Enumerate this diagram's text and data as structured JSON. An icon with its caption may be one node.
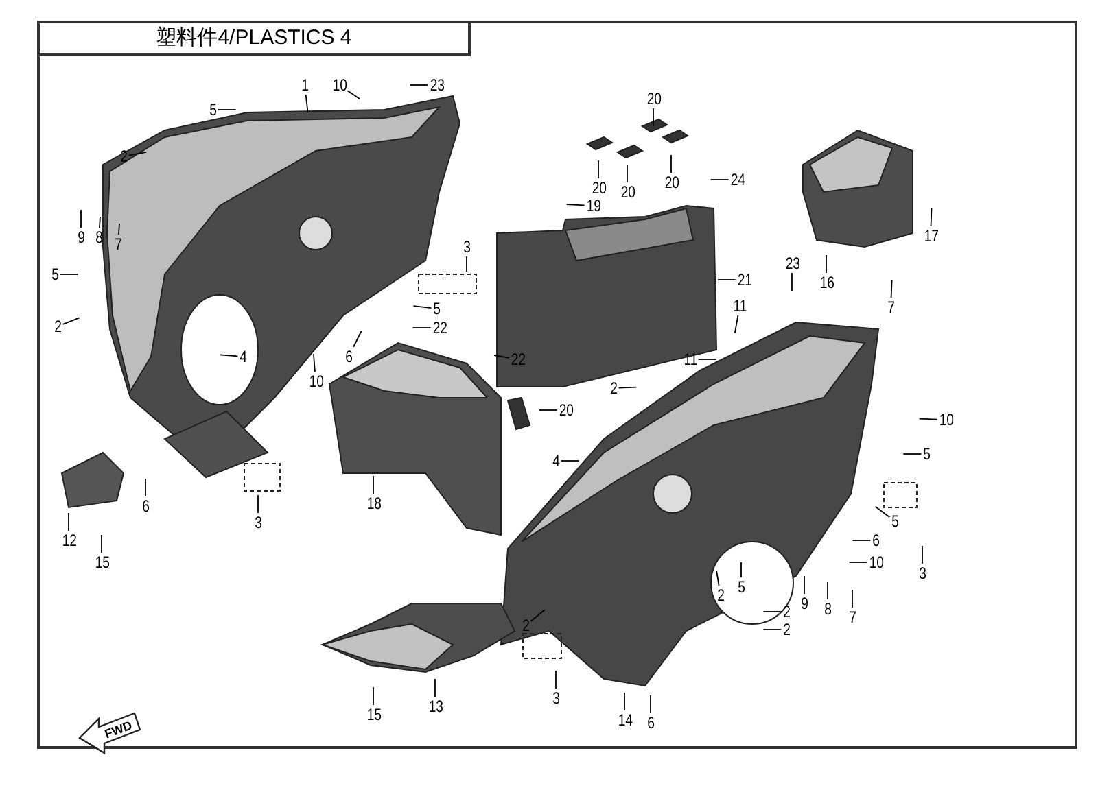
{
  "diagram": {
    "title": "塑料件4/PLASTICS 4",
    "nodes": [
      {
        "text": [
          "1"
        ]
      },
      {
        "text": [
          "10"
        ]
      },
      {
        "text": [
          "23"
        ]
      },
      {
        "text": [
          "5"
        ]
      },
      {
        "text": [
          "2"
        ]
      },
      {
        "text": [
          "9"
        ]
      },
      {
        "text": [
          "8"
        ]
      },
      {
        "text": [
          "7"
        ]
      },
      {
        "text": [
          "5"
        ]
      },
      {
        "text": [
          "2"
        ]
      },
      {
        "text": [
          "3"
        ]
      },
      {
        "text": [
          "5"
        ]
      },
      {
        "text": [
          "22"
        ]
      },
      {
        "text": [
          "4"
        ]
      },
      {
        "text": [
          "6"
        ]
      },
      {
        "text": [
          "10"
        ]
      },
      {
        "text": [
          "22"
        ]
      },
      {
        "text": [
          "20"
        ]
      },
      {
        "text": [
          "20"
        ]
      },
      {
        "text": [
          "20"
        ]
      },
      {
        "text": [
          "20"
        ]
      },
      {
        "text": [
          "19"
        ]
      },
      {
        "text": [
          "24"
        ]
      },
      {
        "text": [
          "21"
        ]
      },
      {
        "text": [
          "17"
        ]
      },
      {
        "text": [
          "16"
        ]
      },
      {
        "text": [
          "7"
        ]
      },
      {
        "text": [
          "23"
        ]
      },
      {
        "text": [
          "11"
        ]
      },
      {
        "text": [
          "11"
        ]
      },
      {
        "text": [
          "2"
        ]
      },
      {
        "text": [
          "20"
        ]
      },
      {
        "text": [
          "4"
        ]
      },
      {
        "text": [
          "10"
        ]
      },
      {
        "text": [
          "5"
        ]
      },
      {
        "text": [
          "5"
        ]
      },
      {
        "text": [
          "3"
        ]
      },
      {
        "text": [
          "6"
        ]
      },
      {
        "text": [
          "10"
        ]
      },
      {
        "text": [
          "12"
        ]
      },
      {
        "text": [
          "15"
        ]
      },
      {
        "text": [
          "6"
        ]
      },
      {
        "text": [
          "3"
        ]
      },
      {
        "text": [
          "18"
        ]
      },
      {
        "text": [
          "5"
        ]
      },
      {
        "text": [
          "2"
        ]
      },
      {
        "text": [
          "9"
        ]
      },
      {
        "text": [
          "8"
        ]
      },
      {
        "text": [
          "7"
        ]
      },
      {
        "text": [
          "2"
        ]
      },
      {
        "text": [
          "2"
        ]
      },
      {
        "text": [
          "2"
        ]
      },
      {
        "text": [
          "15"
        ]
      },
      {
        "text": [
          "13"
        ]
      },
      {
        "text": [
          "3"
        ]
      },
      {
        "text": [
          "14"
        ]
      },
      {
        "text": [
          "6"
        ]
      }
    ],
    "edges": [
      {
        "from": 0,
        "to": null,
        "arrow": "none"
      },
      {
        "from": 1,
        "to": null,
        "arrow": "none"
      },
      {
        "from": 2,
        "to": null,
        "arrow": "none"
      },
      {
        "from": 3,
        "to": null,
        "arrow": "none"
      },
      {
        "from": 4,
        "to": null,
        "arrow": "none"
      },
      {
        "from": 5,
        "to": null,
        "arrow": "none"
      },
      {
        "from": 6,
        "to": null,
        "arrow": "none"
      },
      {
        "from": 7,
        "to": null,
        "arrow": "none"
      },
      {
        "from": 8,
        "to": null,
        "arrow": "none"
      },
      {
        "from": 9,
        "to": null,
        "arrow": "none"
      },
      {
        "from": 10,
        "to": null,
        "arrow": "none"
      },
      {
        "from": 11,
        "to": null,
        "arrow": "none"
      },
      {
        "from": 12,
        "to": null,
        "arrow": "none"
      },
      {
        "from": 13,
        "to": null,
        "arrow": "none"
      },
      {
        "from": 14,
        "to": null,
        "arrow": "none"
      },
      {
        "from": 15,
        "to": null,
        "arrow": "none"
      },
      {
        "from": 16,
        "to": null,
        "arrow": "none"
      },
      {
        "from": 17,
        "to": null,
        "arrow": "none"
      },
      {
        "from": 18,
        "to": null,
        "arrow": "none"
      },
      {
        "from": 19,
        "to": null,
        "arrow": "none"
      },
      {
        "from": 20,
        "to": null,
        "arrow": "none"
      },
      {
        "from": 21,
        "to": null,
        "arrow": "none"
      },
      {
        "from": 22,
        "to": null,
        "arrow": "none"
      },
      {
        "from": 23,
        "to": null,
        "arrow": "none"
      },
      {
        "from": 24,
        "to": null,
        "arrow": "none"
      },
      {
        "from": 25,
        "to": null,
        "arrow": "none"
      },
      {
        "from": 26,
        "to": null,
        "arrow": "none"
      },
      {
        "from": 27,
        "to": null,
        "arrow": "none"
      },
      {
        "from": 28,
        "to": null,
        "arrow": "none"
      },
      {
        "from": 29,
        "to": null,
        "arrow": "none"
      },
      {
        "from": 30,
        "to": null,
        "arrow": "none"
      },
      {
        "from": 31,
        "to": null,
        "arrow": "none"
      },
      {
        "from": 32,
        "to": null,
        "arrow": "none"
      },
      {
        "from": 33,
        "to": null,
        "arrow": "none"
      },
      {
        "from": 34,
        "to": null,
        "arrow": "none"
      },
      {
        "from": 35,
        "to": null,
        "arrow": "none"
      },
      {
        "from": 36,
        "to": null,
        "arrow": "none"
      },
      {
        "from": 37,
        "to": null,
        "arrow": "none"
      },
      {
        "from": 38,
        "to": null,
        "arrow": "none"
      },
      {
        "from": 39,
        "to": null,
        "arrow": "none"
      },
      {
        "from": 40,
        "to": null,
        "arrow": "none"
      },
      {
        "from": 41,
        "to": null,
        "arrow": "none"
      },
      {
        "from": 42,
        "to": null,
        "arrow": "none"
      },
      {
        "from": 43,
        "to": null,
        "arrow": "none"
      },
      {
        "from": 44,
        "to": null,
        "arrow": "none"
      },
      {
        "from": 45,
        "to": null,
        "arrow": "none"
      },
      {
        "from": 46,
        "to": null,
        "arrow": "none"
      },
      {
        "from": 47,
        "to": null,
        "arrow": "none"
      },
      {
        "from": 48,
        "to": null,
        "arrow": "none"
      },
      {
        "from": 49,
        "to": null,
        "arrow": "none"
      },
      {
        "from": 50,
        "to": null,
        "arrow": "none"
      },
      {
        "from": 51,
        "to": null,
        "arrow": "none"
      },
      {
        "from": 52,
        "to": null,
        "arrow": "none"
      },
      {
        "from": 53,
        "to": null,
        "arrow": "none"
      },
      {
        "from": 54,
        "to": null,
        "arrow": "none"
      },
      {
        "from": 55,
        "to": null,
        "arrow": "none"
      },
      {
        "from": 56,
        "to": null,
        "arrow": "none"
      }
    ],
    "labels": [
      "FWD"
    ]
  }
}
